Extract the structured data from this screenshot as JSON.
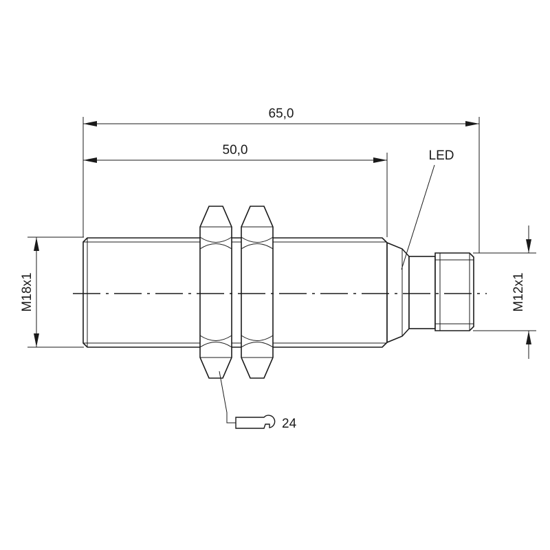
{
  "dimensions": {
    "overall_length": "65,0",
    "threaded_length": "50,0",
    "body_thread": "M18x1",
    "connector_thread": "M12x1"
  },
  "callouts": {
    "led": "LED",
    "wrench_size": "24"
  }
}
